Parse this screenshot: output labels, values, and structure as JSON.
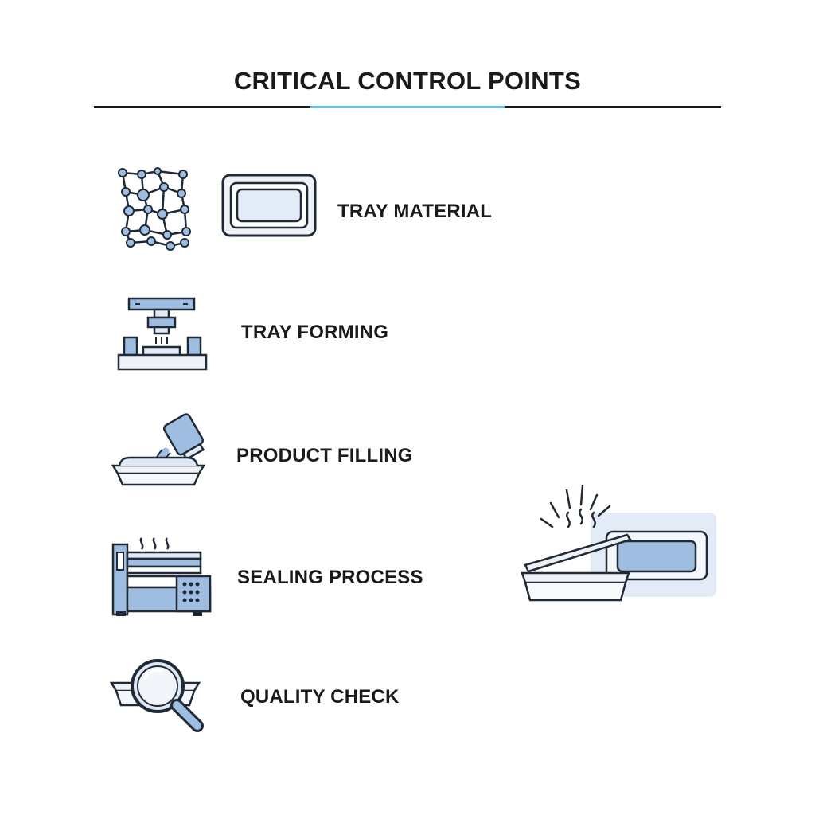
{
  "title": "CRITICAL CONTROL POINTS",
  "steps": [
    {
      "label": "TRAY MATERIAL",
      "icons": [
        "molecule-network-icon",
        "tray-top-view-icon"
      ]
    },
    {
      "label": "TRAY FORMING",
      "icons": [
        "forming-press-icon"
      ]
    },
    {
      "label": "PRODUCT FILLING",
      "icons": [
        "filling-container-icon"
      ]
    },
    {
      "label": "SEALING PROCESS",
      "icons": [
        "sealing-machine-icon"
      ]
    },
    {
      "label": "QUALITY CHECK",
      "icons": [
        "magnifier-tray-icon"
      ]
    }
  ],
  "illustration": "sealed-tray-icon",
  "colors": {
    "accent_line": "#6cc3e0",
    "icon_fill": "#9fbde0",
    "icon_light": "#e3ecf6",
    "outline": "#1f2a36"
  }
}
